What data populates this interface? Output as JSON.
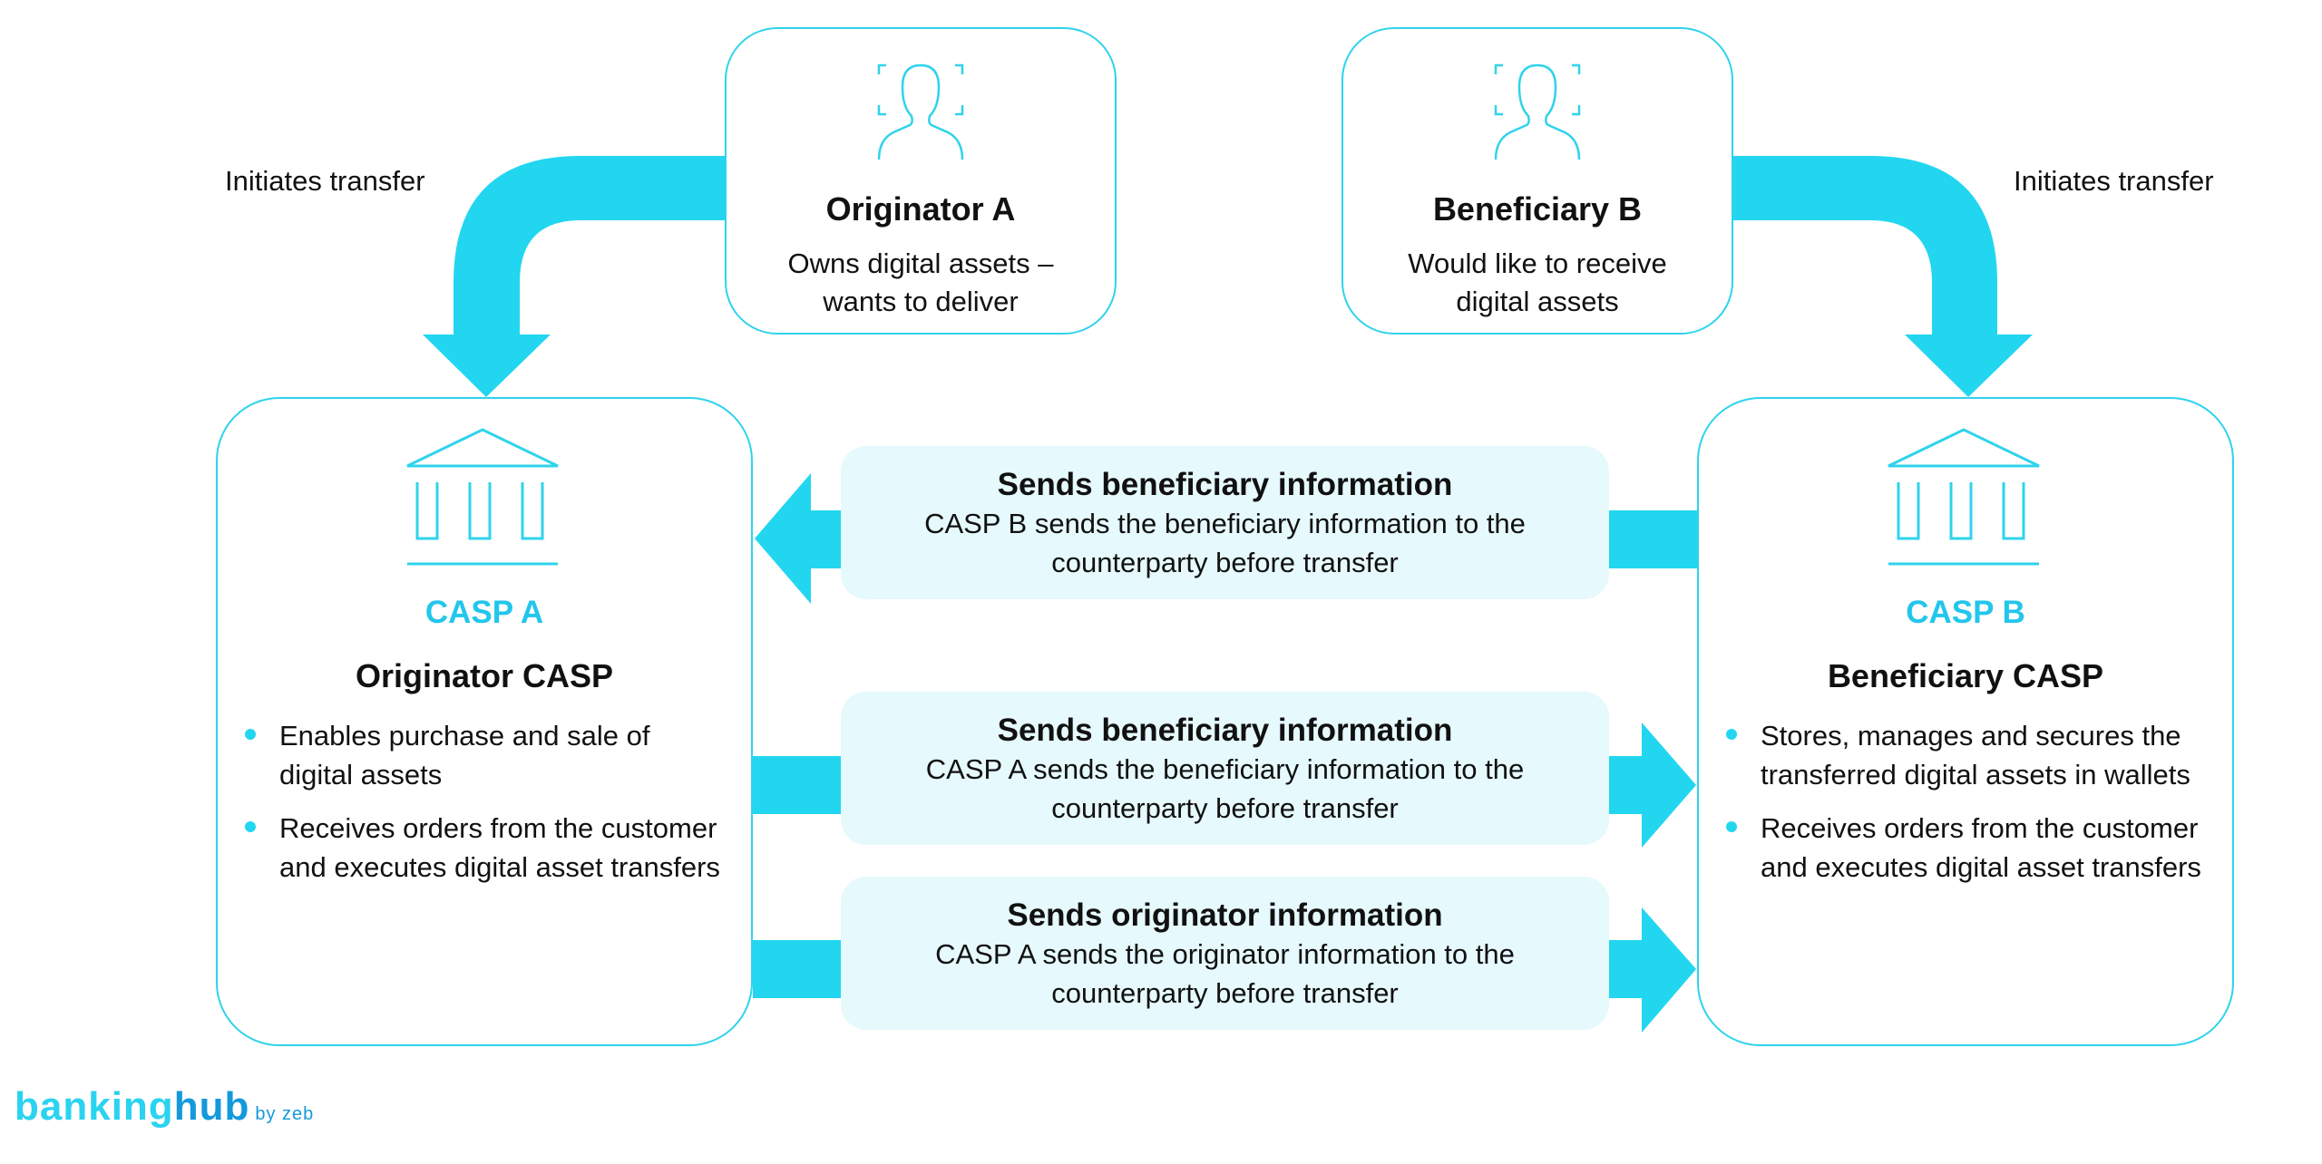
{
  "colors": {
    "accent": "#22d6f0",
    "card_border": "#2fd3ec",
    "message_fill": "#e6f9fc",
    "casp_code": "#22c6ec",
    "logo_primary": "#2ad3f0",
    "logo_secondary": "#1499dc"
  },
  "labels": {
    "left_flow": "Initiates transfer",
    "right_flow": "Initiates transfer"
  },
  "parties": {
    "originator": {
      "icon": "person-scan-icon",
      "title": "Originator A",
      "description": "Owns digital assets –\nwants to deliver"
    },
    "beneficiary": {
      "icon": "person-scan-icon",
      "title": "Beneficiary B",
      "description": "Would like to receive\ndigital assets"
    }
  },
  "casps": {
    "a": {
      "icon": "bank-icon",
      "code": "CASP A",
      "name": "Originator CASP",
      "bullets": [
        "Enables purchase and sale of digital assets",
        "Receives orders from the customer and executes digital asset transfers"
      ]
    },
    "b": {
      "icon": "bank-icon",
      "code": "CASP B",
      "name": "Beneficiary CASP",
      "bullets": [
        "Stores, manages and secures the transferred digital assets in wallets",
        "Receives orders from the customer and executes digital asset transfers"
      ]
    }
  },
  "messages": [
    {
      "title": "Sends beneficiary information",
      "description": "CASP B sends the beneficiary information to the\ncounterparty before transfer",
      "direction": "B-to-A"
    },
    {
      "title": "Sends beneficiary information",
      "description": "CASP A sends the beneficiary information to the\ncounterparty before transfer",
      "direction": "A-to-B"
    },
    {
      "title": "Sends originator information",
      "description": "CASP A sends the originator information to the\ncounterparty before transfer",
      "direction": "A-to-B"
    }
  ],
  "logo": {
    "part1": "banking",
    "part2": "hub",
    "suffix": "by zeb"
  }
}
